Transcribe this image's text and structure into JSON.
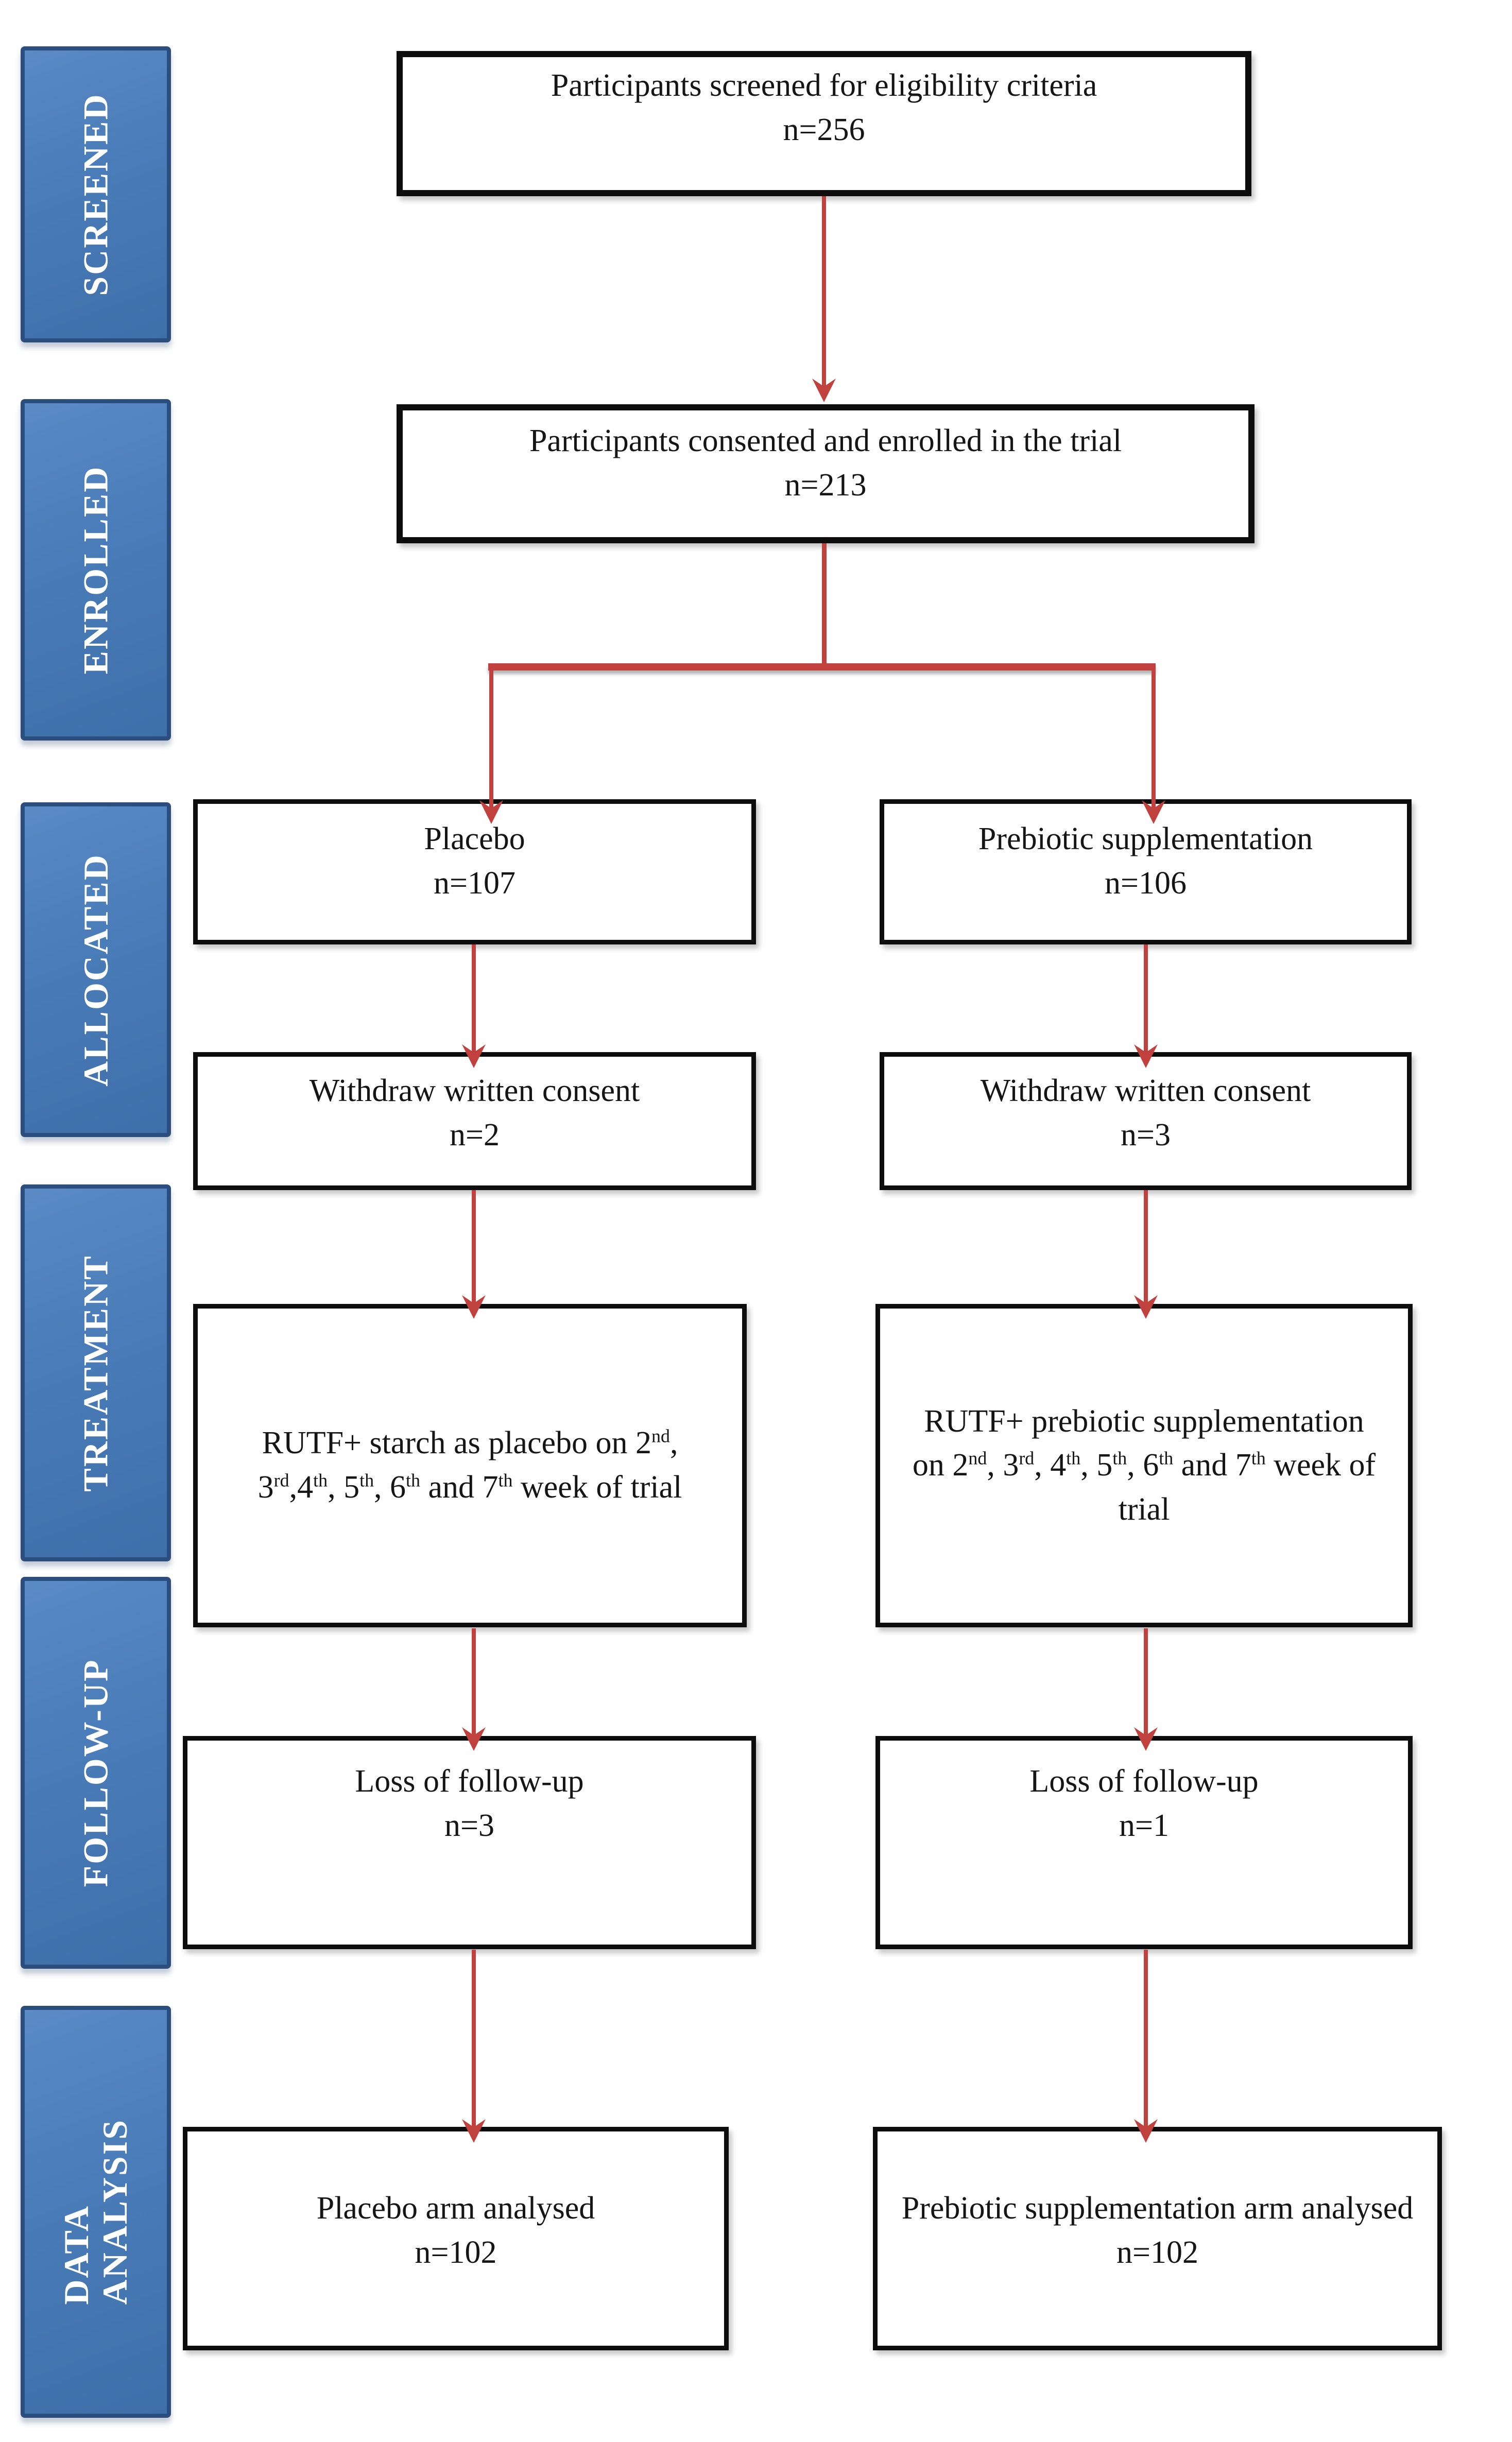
{
  "palette": {
    "stage_fill": "#4a7db9",
    "stage_fill_light": "#5b8ac5",
    "stage_fill_dark": "#3f6fa9",
    "stage_border": "#2b4e7e",
    "stage_text": "#ffffff",
    "box_border": "#0d0d0d",
    "arrow_red": "#c0413d"
  },
  "stages": [
    {
      "label": "SCREENED"
    },
    {
      "label": "ENROLLED"
    },
    {
      "label": "ALLOCATED"
    },
    {
      "label": "TREATMENT"
    },
    {
      "label": "FOLLOW-UP"
    },
    {
      "label": "DATA ANALYSIS"
    }
  ],
  "boxes": {
    "screened": {
      "label": "Participants screened for eligibility criteria",
      "n": "n=256"
    },
    "enrolled": {
      "label": "Participants consented and enrolled in the trial",
      "n": "n=213"
    },
    "placebo": {
      "label": "Placebo",
      "n": "n=107"
    },
    "prebiotic": {
      "label": "Prebiotic supplementation",
      "n": "n=106"
    },
    "withdraw_left": {
      "label": "Withdraw written consent",
      "n": "n=2"
    },
    "withdraw_right": {
      "label": "Withdraw written consent",
      "n": "n=3"
    },
    "treatment_left": {
      "label": "RUTF+ starch as placebo on 2nd, 3rd,4th, 5th, 6th and 7th week of trial"
    },
    "treatment_right": {
      "label": "RUTF+ prebiotic supplementation on 2nd, 3rd, 4th, 5th, 6th and 7th week of trial"
    },
    "loss_left": {
      "label": "Loss of follow-up",
      "n": "n=3"
    },
    "loss_right": {
      "label": "Loss of follow-up",
      "n": "n=1"
    },
    "analysed_left": {
      "label": "Placebo arm analysed",
      "n": "n=102"
    },
    "analysed_right": {
      "label": "Prebiotic supplementation arm analysed",
      "n": "n=102"
    }
  }
}
